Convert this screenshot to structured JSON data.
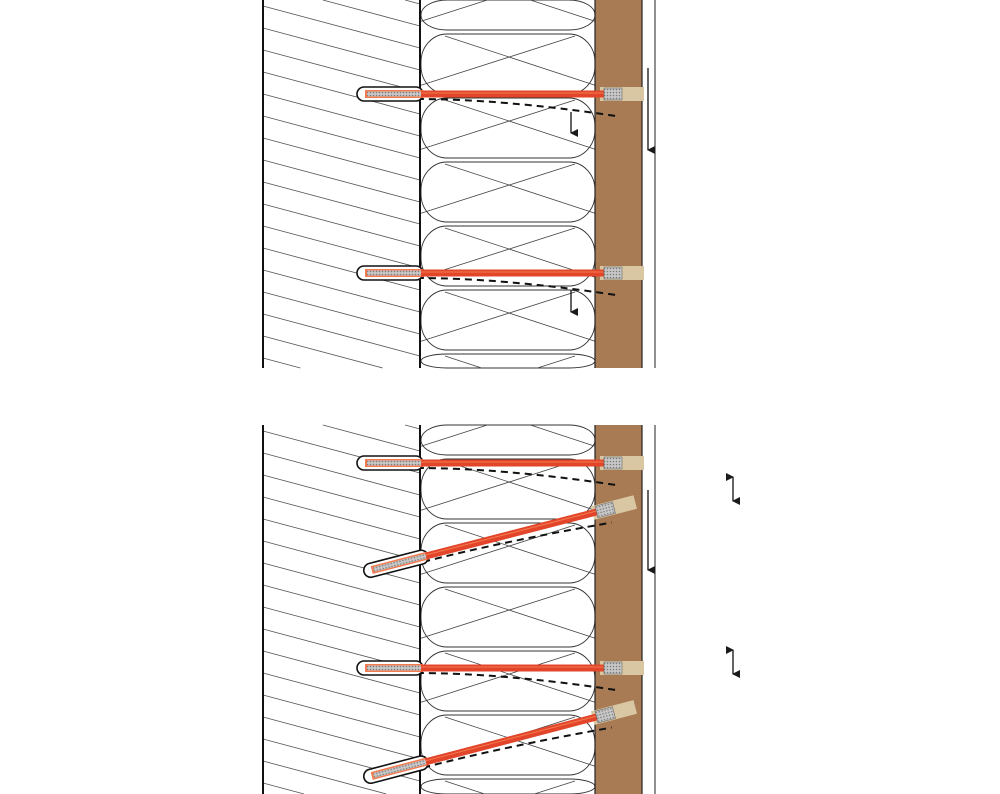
{
  "colors": {
    "background": "#ffffff",
    "line": "#1a1a1a",
    "hatch": "#555555",
    "stud": "#a87b55",
    "screw_body": "#e2452a",
    "screw_highlight": "#f47a4f",
    "thread": "#b5b5b5",
    "washer_block": "#d9c7a3"
  },
  "panels": [
    {
      "id": "upper",
      "fasteners": [
        {
          "orientation": "horizontal",
          "deflection_arrow": true
        },
        {
          "orientation": "horizontal",
          "deflection_arrow": true
        }
      ],
      "movement_arrow": "down",
      "side_arrows": 0
    },
    {
      "id": "lower",
      "fasteners": [
        {
          "orientation": "horizontal",
          "deflection_arrow": false
        },
        {
          "orientation": "inclined",
          "deflection_arrow": false
        },
        {
          "orientation": "horizontal",
          "deflection_arrow": false
        },
        {
          "orientation": "inclined",
          "deflection_arrow": false
        }
      ],
      "movement_arrow": "down",
      "side_arrows": 2,
      "side_arrow_type": "double-headed-vertical"
    }
  ]
}
